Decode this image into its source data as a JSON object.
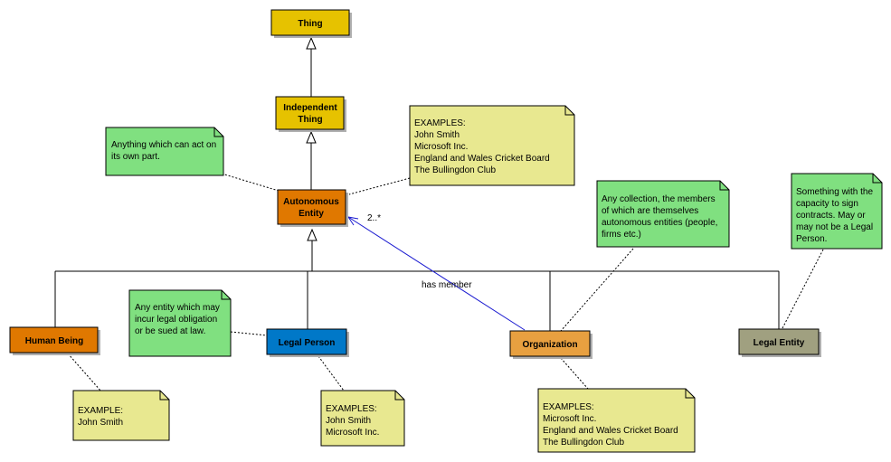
{
  "colors": {
    "yellow_class": "#E6C200",
    "orange_class": "#E07800",
    "blue_class": "#0078C8",
    "light_orange_class": "#E8A040",
    "olive_class": "#A0A080",
    "green_note": "#80E080",
    "yellow_note": "#E8E890",
    "association_line": "#1a1ad0"
  },
  "classes": {
    "thing": "Thing",
    "independent_thing": [
      "Independent",
      "Thing"
    ],
    "autonomous_entity": [
      "Autonomous",
      "Entity"
    ],
    "human_being": "Human Being",
    "legal_person": "Legal Person",
    "organization": "Organization",
    "legal_entity": "Legal Entity"
  },
  "notes": {
    "autonomous_def": [
      "Anything which can act on",
      "its own part."
    ],
    "autonomous_examples": [
      "EXAMPLES:",
      "John Smith",
      "Microsoft Inc.",
      "England and Wales Cricket Board",
      "The Bullingdon Club"
    ],
    "legal_person_def": [
      "Any entity which may",
      "incur legal obligation",
      "or be sued at law."
    ],
    "organization_def": [
      "Any collection, the members",
      "of which are themselves",
      "autonomous entities (people,",
      "firms etc.)"
    ],
    "legal_entity_def": [
      "Something with the",
      "capacity to sign",
      "contracts. May or",
      "may not be a Legal",
      "Person."
    ],
    "human_example": [
      "EXAMPLE:",
      "John Smith"
    ],
    "legal_person_examples": [
      "EXAMPLES:",
      "John Smith",
      "Microsoft Inc."
    ],
    "organization_examples": [
      "EXAMPLES:",
      "Microsoft Inc.",
      "England and Wales Cricket Board",
      "The Bullingdon Club"
    ]
  },
  "association": {
    "label": "has member",
    "multiplicity": "2..*"
  }
}
